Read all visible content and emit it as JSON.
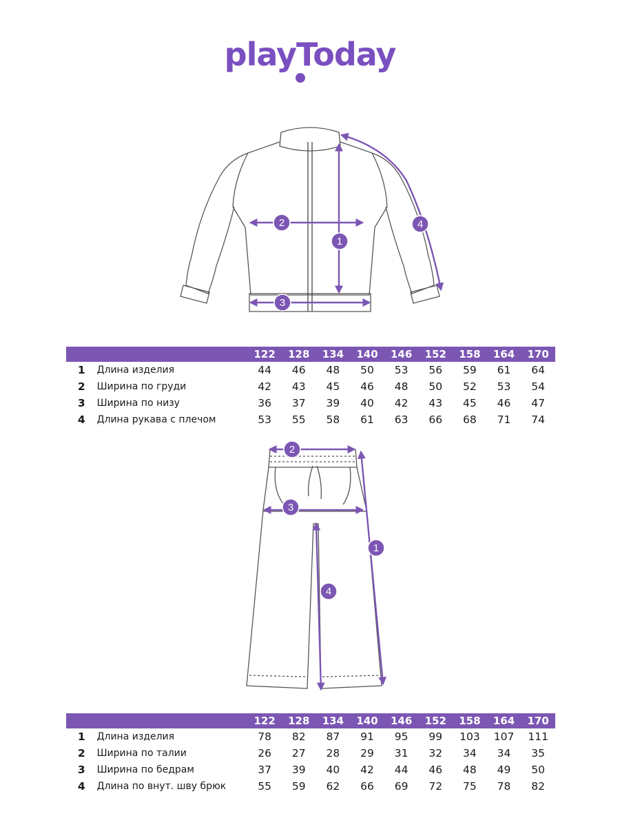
{
  "brand": {
    "logo_text": "playToday",
    "accent_color": "#7c56b3"
  },
  "sizes": [
    "122",
    "128",
    "134",
    "140",
    "146",
    "152",
    "158",
    "164",
    "170"
  ],
  "jacket": {
    "markers": [
      "1",
      "2",
      "3",
      "4"
    ],
    "rows": [
      {
        "num": "1",
        "label": "Длина изделия",
        "values": [
          "44",
          "46",
          "48",
          "50",
          "53",
          "56",
          "59",
          "61",
          "64"
        ]
      },
      {
        "num": "2",
        "label": "Ширина по груди",
        "values": [
          "42",
          "43",
          "45",
          "46",
          "48",
          "50",
          "52",
          "53",
          "54"
        ]
      },
      {
        "num": "3",
        "label": "Ширина по низу",
        "values": [
          "36",
          "37",
          "39",
          "40",
          "42",
          "43",
          "45",
          "46",
          "47"
        ]
      },
      {
        "num": "4",
        "label": "Длина рукава с плечом",
        "values": [
          "53",
          "55",
          "58",
          "61",
          "63",
          "66",
          "68",
          "71",
          "74"
        ]
      }
    ]
  },
  "pants": {
    "markers": [
      "1",
      "2",
      "3",
      "4"
    ],
    "rows": [
      {
        "num": "1",
        "label": "Длина изделия",
        "values": [
          "78",
          "82",
          "87",
          "91",
          "95",
          "99",
          "103",
          "107",
          "111"
        ]
      },
      {
        "num": "2",
        "label": "Ширина по талии",
        "values": [
          "26",
          "27",
          "28",
          "29",
          "31",
          "32",
          "34",
          "34",
          "35"
        ]
      },
      {
        "num": "3",
        "label": "Ширина по бедрам",
        "values": [
          "37",
          "39",
          "40",
          "42",
          "44",
          "46",
          "48",
          "49",
          "50"
        ]
      },
      {
        "num": "4",
        "label": "Длина по внут. шву брюк",
        "values": [
          "55",
          "59",
          "62",
          "66",
          "69",
          "72",
          "75",
          "78",
          "82"
        ]
      }
    ]
  }
}
